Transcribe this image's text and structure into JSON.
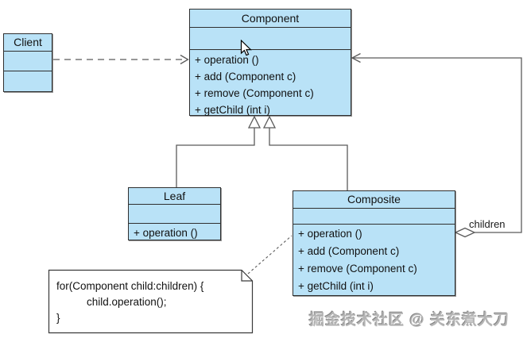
{
  "diagram": {
    "classes": {
      "component": {
        "name": "Component",
        "methods": [
          "+ operation ()",
          "+ add (Component c)",
          "+ remove (Component c)",
          "+ getChild (int i)"
        ]
      },
      "client": {
        "name": "Client"
      },
      "leaf": {
        "name": "Leaf",
        "methods": [
          "+ operation ()"
        ]
      },
      "composite": {
        "name": "Composite",
        "methods": [
          "+ operation ()",
          "+ add (Component c)",
          "+ remove (Component c)",
          "+ getChild (int i)"
        ]
      }
    },
    "note": {
      "lines": [
        "for(Component child:children) {",
        "child.operation();",
        "}"
      ]
    },
    "labels": {
      "children": "children"
    },
    "watermark": "掘金技术社区 @ 关东煮大刀",
    "colors": {
      "class_fill": "#b9e2f7",
      "class_border": "#2f2f2f",
      "connector_line": "#5a5a5a",
      "note_fill": "#ffffff",
      "background": "#ffffff"
    }
  }
}
